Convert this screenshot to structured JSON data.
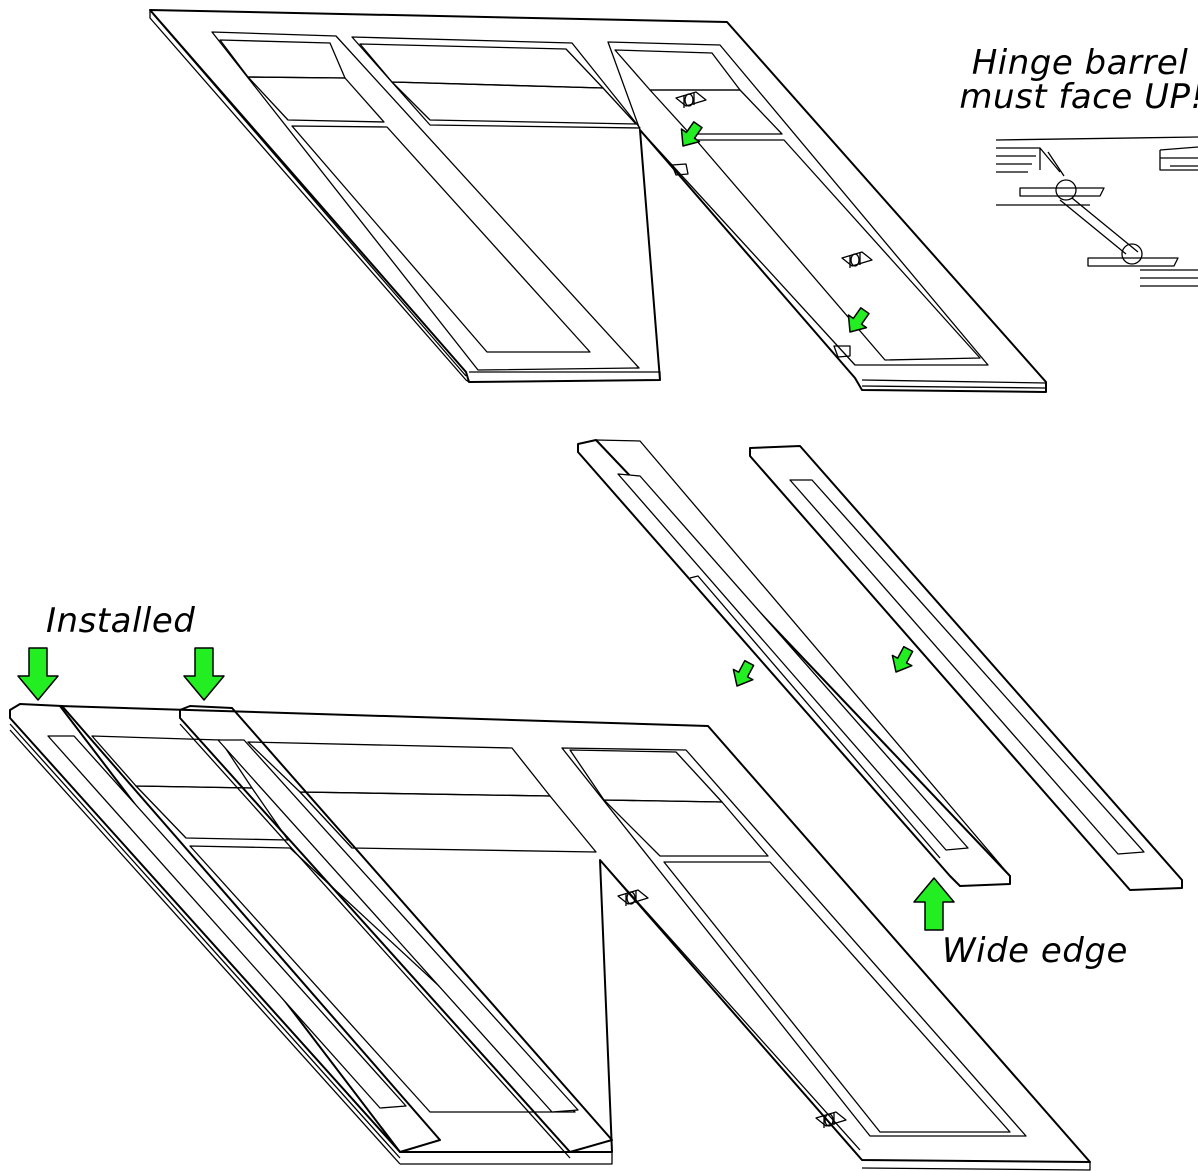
{
  "annotations": {
    "hinge_line1": "Hinge barrel",
    "hinge_line2": "must face UP!",
    "installed": "Installed",
    "wide_edge": "Wide edge"
  },
  "colors": {
    "arrow_fill": "#22ee22",
    "line": "#000000",
    "background": "#ffffff"
  },
  "icons": {
    "arrow": "green-arrow-icon",
    "hinge": "hinge-icon"
  }
}
